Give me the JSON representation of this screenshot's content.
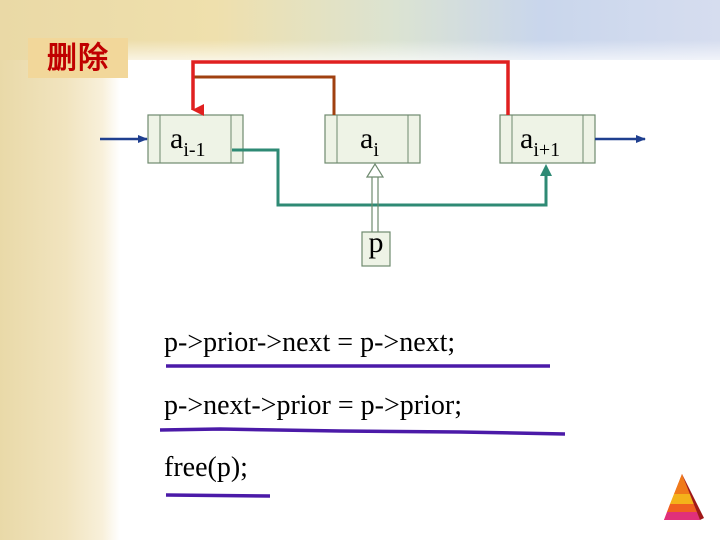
{
  "slide": {
    "title": "删除"
  },
  "nodes": [
    {
      "base": "a",
      "sub": "i-1"
    },
    {
      "base": "a",
      "sub": "i"
    },
    {
      "base": "a",
      "sub": "i+1"
    }
  ],
  "pointer": {
    "label": "p"
  },
  "code": {
    "line1": "p->prior->next = p->next;",
    "line2": "p->next->prior = p->prior;",
    "line3": "free(p);"
  },
  "colors": {
    "title": "#c00000",
    "node_fill": "#eef3e6",
    "red_link": "#e02020",
    "brown_link": "#a04010",
    "green_link": "#2e8a74",
    "blue_arrow": "#1f3f8f",
    "underline": "#4b1aa8"
  },
  "icons": {
    "decor": "pyramid-icon"
  }
}
